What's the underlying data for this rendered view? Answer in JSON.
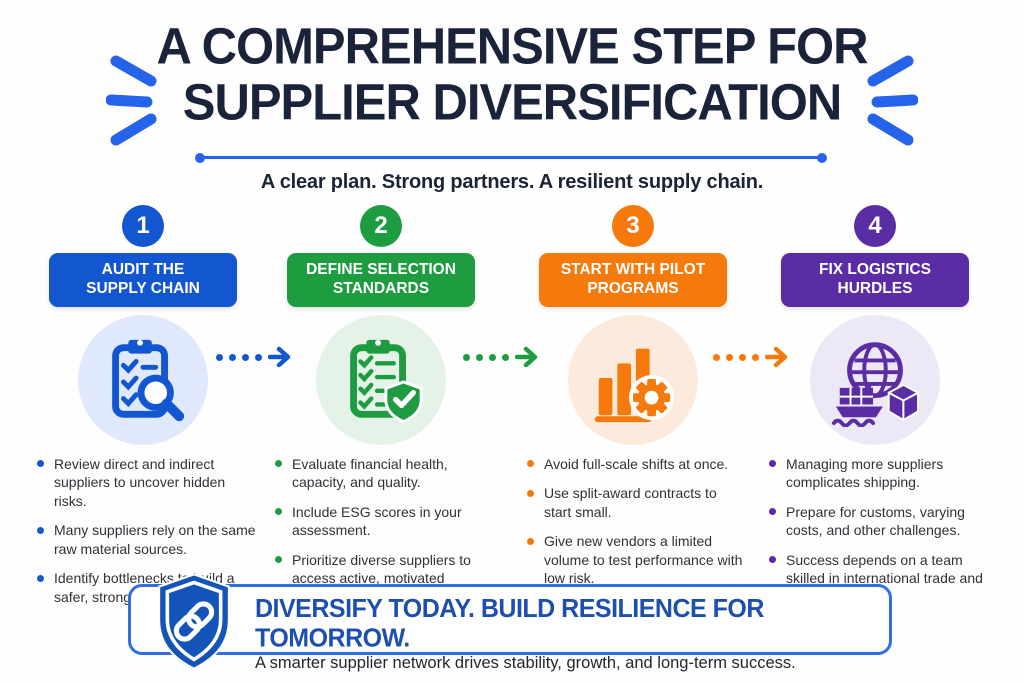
{
  "header": {
    "title_line1": "A COMPREHENSIVE STEP FOR",
    "title_line2": "SUPPLIER DIVERSIFICATION",
    "subtitle": "A clear plan. Strong partners. A resilient supply chain."
  },
  "colors": {
    "title_text": "#1A2339",
    "divider": "#2563EB",
    "burst": "#2563EB",
    "body_text": "#2E3237",
    "banner_border": "#2E6FE3",
    "banner_headline": "#1D4FAE",
    "shield_fill": "#1254B8"
  },
  "steps": [
    {
      "number": "1",
      "label_line1": "AUDIT THE",
      "label_line2": "SUPPLY CHAIN",
      "color": "#1257CF",
      "tint": "#DFE9FB",
      "icon": "clipboard-magnifier-icon",
      "bullets": [
        "Review direct and indirect suppliers to uncover hidden risks.",
        "Many suppliers rely on the same raw material sources.",
        "Identify bottlenecks to build a safer, stronger system."
      ]
    },
    {
      "number": "2",
      "label_line1": "DEFINE SELECTION",
      "label_line2": "STANDARDS",
      "color": "#1E9C40",
      "tint": "#E5F2E7",
      "icon": "clipboard-shield-icon",
      "bullets": [
        "Evaluate financial health, capacity, and quality.",
        "Include ESG scores in your assessment.",
        "Prioritize diverse suppliers to access active, motivated markets."
      ]
    },
    {
      "number": "3",
      "label_line1": "START WITH PILOT",
      "label_line2": "PROGRAMS",
      "color": "#F5790B",
      "tint": "#FCEBDC",
      "icon": "barchart-gear-icon",
      "bullets": [
        "Avoid full-scale shifts at once.",
        "Use split-award contracts to start small.",
        "Give new vendors a limited volume to test performance with low risk."
      ]
    },
    {
      "number": "4",
      "label_line1": "FIX LOGISTICS",
      "label_line2": "HURDLES",
      "color": "#5B2DA5",
      "tint": "#ECE8F6",
      "icon": "globe-shipping-icon",
      "bullets": [
        "Managing more suppliers complicates shipping.",
        "Prepare for customs, varying costs, and other challenges.",
        "Success depends on a team skilled in international trade and compliance."
      ]
    }
  ],
  "banner": {
    "headline": "DIVERSIFY TODAY. BUILD RESILIENCE FOR TOMORROW.",
    "subtext": "A smarter supplier network drives stability, growth, and long-term success.",
    "icon": "shield-chain-icon"
  }
}
